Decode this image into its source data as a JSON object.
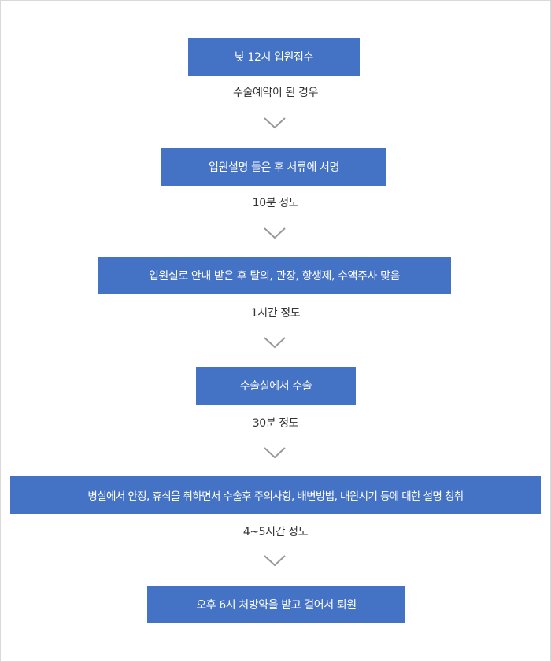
{
  "flow": {
    "steps": [
      {
        "label": "낮 12시 입원접수"
      },
      {
        "label": "입원설명 들은 후 서류에 서명"
      },
      {
        "label": "입원실로 안내 받은 후 탈의, 관장, 항생제, 수액주사 맞음"
      },
      {
        "label": "수술실에서 수술"
      },
      {
        "label": "병실에서 안정, 휴식을 취하면서 수술후 주의사항, 배변방법, 내원시기 등에 대한 설명 청취"
      },
      {
        "label": "오후 6시 처방약을 받고 걸어서 퇴원"
      }
    ],
    "notes": [
      {
        "label": "수술예약이 된 경우"
      },
      {
        "label": "10분 정도"
      },
      {
        "label": "1시간 정도"
      },
      {
        "label": "30분 정도"
      },
      {
        "label": "4~5시간 정도"
      }
    ]
  },
  "colors": {
    "step_fill": "#4472c4",
    "step_text": "#ffffff",
    "note_text": "#333333",
    "arrow": "#999999",
    "frame_border": "#d9d9d9"
  },
  "icons": {
    "arrow": "chevron-down-icon"
  }
}
